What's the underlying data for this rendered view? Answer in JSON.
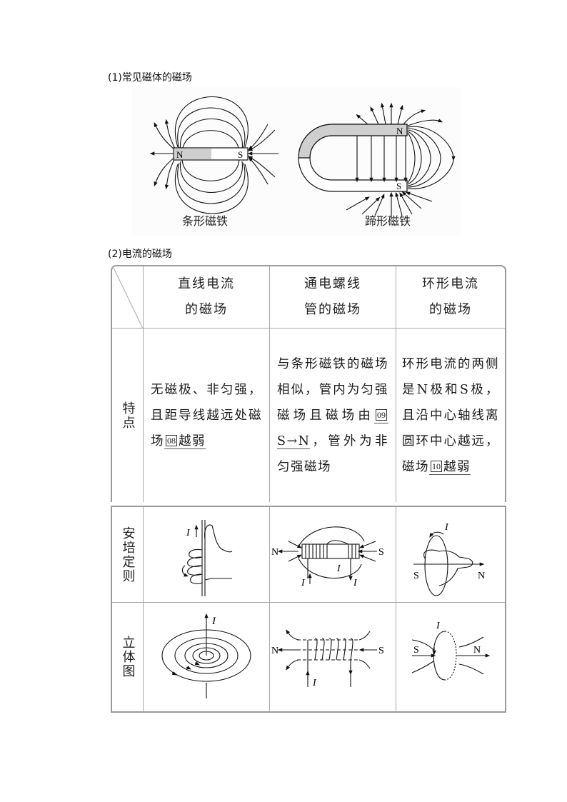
{
  "section1": {
    "title": "(1)常见磁体的磁场",
    "figures": [
      {
        "caption": "条形磁铁",
        "labels": {
          "north": "N",
          "south": "S"
        }
      },
      {
        "caption": "蹄形磁铁",
        "labels": {
          "north": "N",
          "south": "S"
        }
      }
    ]
  },
  "section2": {
    "title": "(2)电流的磁场",
    "table": {
      "headers": [
        {
          "line1": "直线电流",
          "line2": "的磁场"
        },
        {
          "line1": "通电螺线",
          "line2": "管的磁场"
        },
        {
          "line1": "环形电流",
          "line2": "的磁场"
        }
      ],
      "rows": [
        {
          "label": "特点",
          "cells": [
            {
              "pre": "无磁极、非匀强，且距导线越远处磁场",
              "blank_no": "08",
              "answer": "越弱",
              "post": ""
            },
            {
              "pre": "与条形磁铁的磁场相似，管内为匀强磁场且磁场由",
              "blank_no": "09",
              "answer": "S→N",
              "post": "，管外为非匀强磁场"
            },
            {
              "pre": "环形电流的两侧是N极和S极，且沿中心轴线离圆环中心越远，磁场",
              "blank_no": "10",
              "answer": "越弱",
              "post": ""
            }
          ]
        },
        {
          "label": "安培定则",
          "figures": [
            {
              "labels": [
                "I"
              ]
            },
            {
              "labels": [
                "N",
                "S",
                "I",
                "I",
                "I"
              ]
            },
            {
              "labels": [
                "I",
                "S",
                "N"
              ]
            }
          ]
        },
        {
          "label": "立体图",
          "figures": [
            {
              "labels": [
                "I"
              ]
            },
            {
              "labels": [
                "N",
                "S",
                "I"
              ]
            },
            {
              "labels": [
                "I",
                "S",
                "N"
              ]
            }
          ]
        }
      ]
    }
  }
}
